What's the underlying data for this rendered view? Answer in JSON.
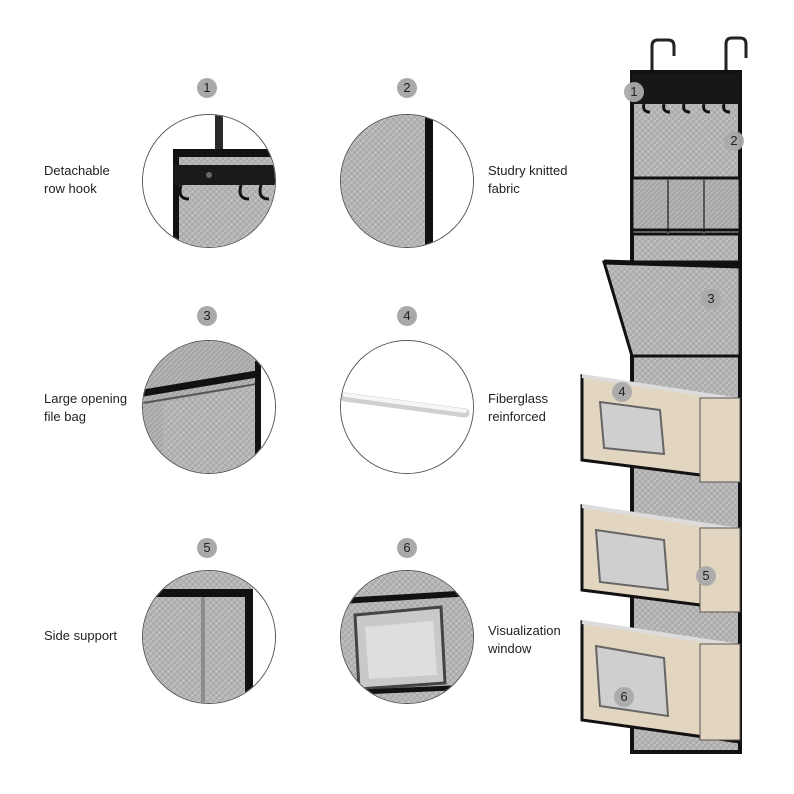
{
  "features": [
    {
      "number": "1",
      "caption": "Detachable\nrow hook"
    },
    {
      "number": "2",
      "caption": "Studry knitted\nfabric"
    },
    {
      "number": "3",
      "caption": "Large opening\nfile bag"
    },
    {
      "number": "4",
      "caption": "Fiberglass\nreinforced"
    },
    {
      "number": "5",
      "caption": "Side support"
    },
    {
      "number": "6",
      "caption": "Visualization\nwindow"
    }
  ],
  "organizer_callouts": [
    "1",
    "2",
    "3",
    "4",
    "5",
    "6"
  ],
  "colors": {
    "fabric": "#b4b4b4",
    "trim": "#111111",
    "beige_panel": "#e3d6c1",
    "badge": "#a9a9a9"
  }
}
